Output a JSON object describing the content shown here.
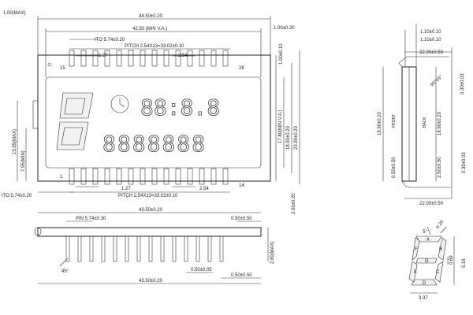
{
  "top_view": {
    "width_overall": "44.50±0.20",
    "width_min_va": "42.50 (MIN V.A.)",
    "ito_top": "ITO 5.74±0.20",
    "pitch_top": "PITCH 2.54X13=33.02±0.10",
    "pitch_1_27_top": "1.27",
    "pitch_2_54_top": "2.54",
    "pin_15": "15",
    "pin_28": "28",
    "pin_1": "1",
    "pin_14": "14",
    "pitch_1_27_bottom": "1.27",
    "pitch_2_54_bottom": "2.54",
    "pitch_bottom": "PITCH 2.54X13=33.02±0.10",
    "ito_bottom": "ITO 5.74±0.20",
    "left_max": "1.00(MAX)",
    "right_top": "1.00±0.20",
    "right_side": "1.00±0.10",
    "height_va": "17.80(MIN V.A.)",
    "height_glass": "18.90±0.20",
    "height_overall": "23.90±0.20",
    "bottom_right": "2.00±0.20",
    "left_15_95": "15.95(MAX)",
    "left_7_95": "7.95(MIN)"
  },
  "front_view": {
    "width": "43.50±0.20",
    "pin": "PIN 5.74±0.30",
    "edge_top": "0.50±0.50",
    "pin_width": "0.50±0.05",
    "edge_bottom": "0.50±0.50",
    "angle": "45°",
    "height": "2.80(MAX)",
    "width_bottom": "43.50±0.20"
  },
  "side_view": {
    "top_1": "1.10±0.10",
    "top_2": "1.10±0.10",
    "width_top": "22.00±0.50",
    "angle": "90°±5°",
    "right_1": "0.30±0.03",
    "height_left": "18.90±0.20",
    "front_label": "FRONT",
    "back_label": "BACK",
    "height_right": "18.90±0.20",
    "left_small": "0.50±0.50",
    "mid_small": "2.50±0.50",
    "right_2": "0.30±0.03",
    "width_bottom": "22.00±0.50"
  },
  "digit_detail": {
    "angle": "5°",
    "seg_width": "0.20",
    "labels": [
      "A",
      "B",
      "C",
      "D",
      "E",
      "F",
      "G"
    ],
    "dim_069": "0.69",
    "dim_516": "5.16",
    "dim_337": "3.37"
  },
  "lcd_digits": {
    "top_row": "88:8.8",
    "bottom_row": "8888888"
  }
}
